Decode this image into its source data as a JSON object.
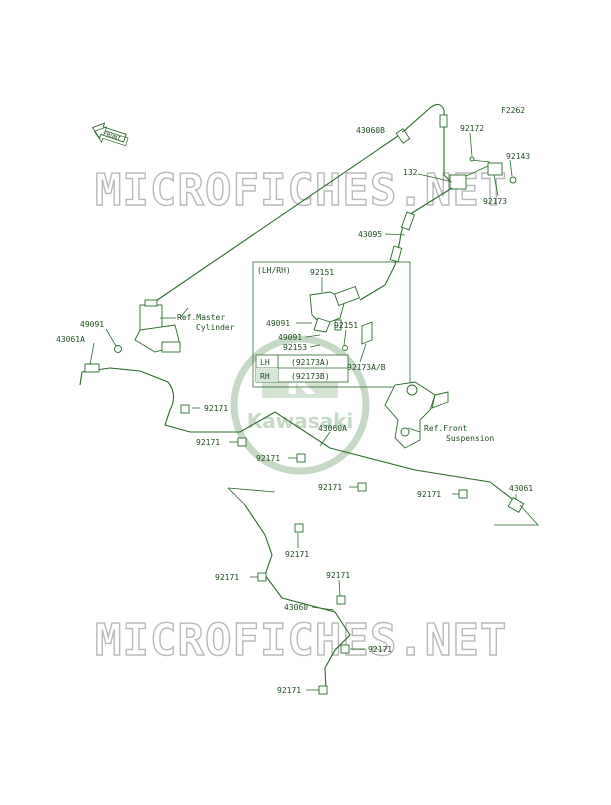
{
  "diagram": {
    "figure_code": "F2262",
    "front_arrow_label": "FRONT",
    "watermark_top": "MICROFICHES.NET",
    "watermark_bottom": "MICROFICHES.NET",
    "brand_text": "Kawasaki",
    "brand_letter": "K",
    "colors": {
      "ink": "#2a6a2a",
      "watermark": "#b9b9b9",
      "logo": "#c6d8c6"
    },
    "inset": {
      "title": "(LH/RH)",
      "table": [
        {
          "side": "LH",
          "part": "(92173A)"
        },
        {
          "side": "RH",
          "part": "(92173B)"
        }
      ]
    },
    "labels": {
      "p43060B": "43060B",
      "p92172": "92172",
      "p92143": "92143",
      "p132": "132",
      "p92173": "92173",
      "p43095": "43095",
      "p92151_a": "92151",
      "p49091_a": "49091",
      "p49091_b": "49091",
      "p92151_b": "92151",
      "p92153": "92153",
      "p92173AB": "92173A/B",
      "ref_master_1": "Ref.Master",
      "ref_master_2": "Cylinder",
      "p49091_left": "49091",
      "p43061A": "43061A",
      "p92171_1": "92171",
      "p92171_2": "92171",
      "p43060A": "43060A",
      "ref_front_1": "Ref.Front",
      "ref_front_2": "Suspension",
      "p92171_3": "92171",
      "p92171_4": "92171",
      "p92171_5": "92171",
      "p43061": "43061",
      "p92171_6": "92171",
      "p92171_7": "92171",
      "p92171_8": "92171",
      "p43060": "43060",
      "p92171_9": "92171",
      "p92171_10": "92171"
    }
  }
}
